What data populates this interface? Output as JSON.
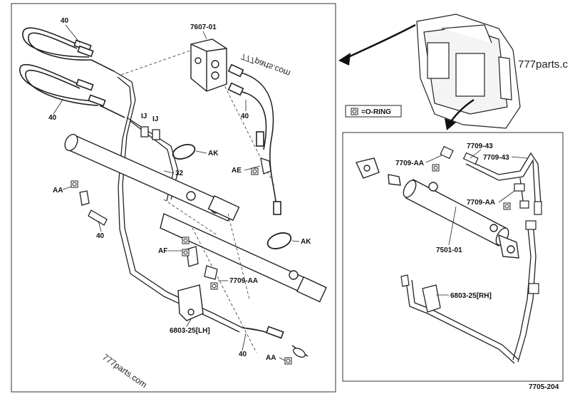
{
  "diagram": {
    "drawing_ref": "7705-204",
    "legend": {
      "symbol": "o-ring",
      "text": "=O-RING"
    },
    "watermarks": [
      "777parts.com",
      "777parts.com",
      "777parts.c"
    ],
    "left_panel": {
      "callouts": [
        "40",
        "40",
        "40",
        "40",
        "7607-01",
        "40",
        "IJ",
        "IJ",
        "AK",
        "32",
        "AE",
        "AA",
        "AF",
        "7709-AA",
        "AK",
        "6803-25[LH]",
        "AA"
      ]
    },
    "right_panel": {
      "callouts": [
        "7709-AA",
        "7709-43",
        "7709-43",
        "7709-AA",
        "7501-01",
        "6803-25[RH]"
      ]
    }
  }
}
